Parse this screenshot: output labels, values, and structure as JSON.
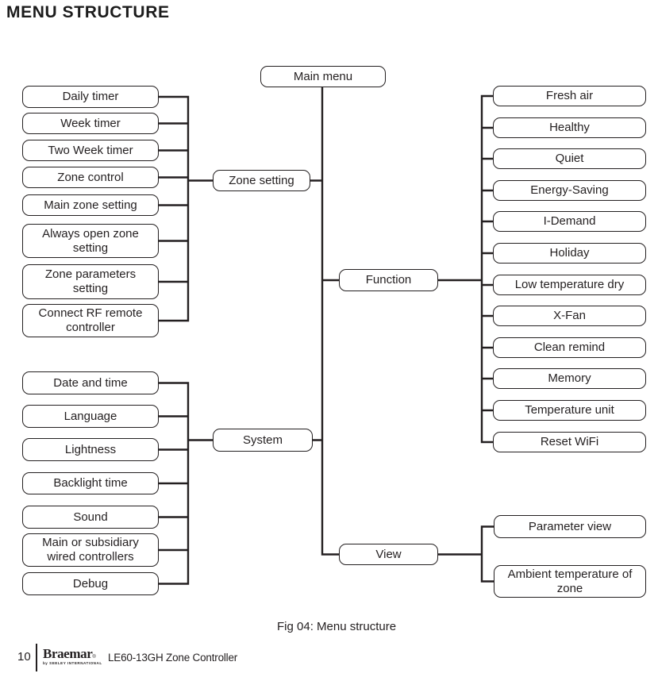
{
  "page": {
    "title": "MENU STRUCTURE",
    "caption": "Fig 04: Menu structure",
    "footer": {
      "page_number": "10",
      "brand": "Braemar",
      "brand_mark": "®",
      "brand_tagline": "by SEELEY INTERNATIONAL",
      "product": "LE60-13GH Zone Controller"
    }
  },
  "diagram": {
    "root": "Main menu",
    "branches": [
      {
        "name": "Zone setting",
        "items": [
          "Daily timer",
          "Week timer",
          "Two Week timer",
          "Zone control",
          "Main zone setting",
          "Always open zone setting",
          "Zone parameters setting",
          "Connect RF remote controller"
        ]
      },
      {
        "name": "Function",
        "items": [
          "Fresh air",
          "Healthy",
          "Quiet",
          "Energy-Saving",
          "I-Demand",
          "Holiday",
          "Low temperature dry",
          "X-Fan",
          "Clean remind",
          "Memory",
          "Temperature unit",
          "Reset WiFi"
        ]
      },
      {
        "name": "System",
        "items": [
          "Date and time",
          "Language",
          "Lightness",
          "Backlight time",
          "Sound",
          "Main or subsidiary wired controllers",
          "Debug"
        ]
      },
      {
        "name": "View",
        "items": [
          "Parameter view",
          "Ambient temperature of zone"
        ]
      }
    ],
    "colors": {
      "line": "#231f20",
      "text": "#231f20",
      "background": "#ffffff"
    }
  }
}
